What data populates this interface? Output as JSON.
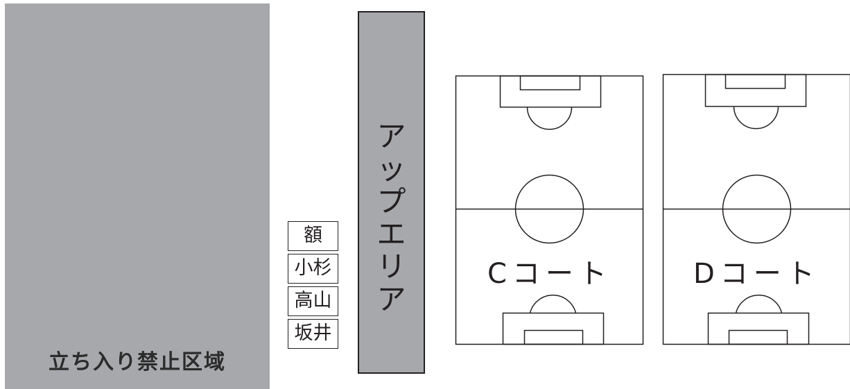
{
  "restricted_area": {
    "label": "立ち入り禁止区域"
  },
  "warmup_area": {
    "label_chars": [
      "ア",
      "ッ",
      "プ",
      "エ",
      "リ",
      "ア"
    ]
  },
  "staff": [
    {
      "name": "額"
    },
    {
      "name": "小杉"
    },
    {
      "name": "高山"
    },
    {
      "name": "坂井"
    }
  ],
  "courts": [
    {
      "label": "Cコート"
    },
    {
      "label": "Dコート"
    }
  ],
  "colors": {
    "zone_fill": "#a7a8ac",
    "line": "#231f20"
  }
}
